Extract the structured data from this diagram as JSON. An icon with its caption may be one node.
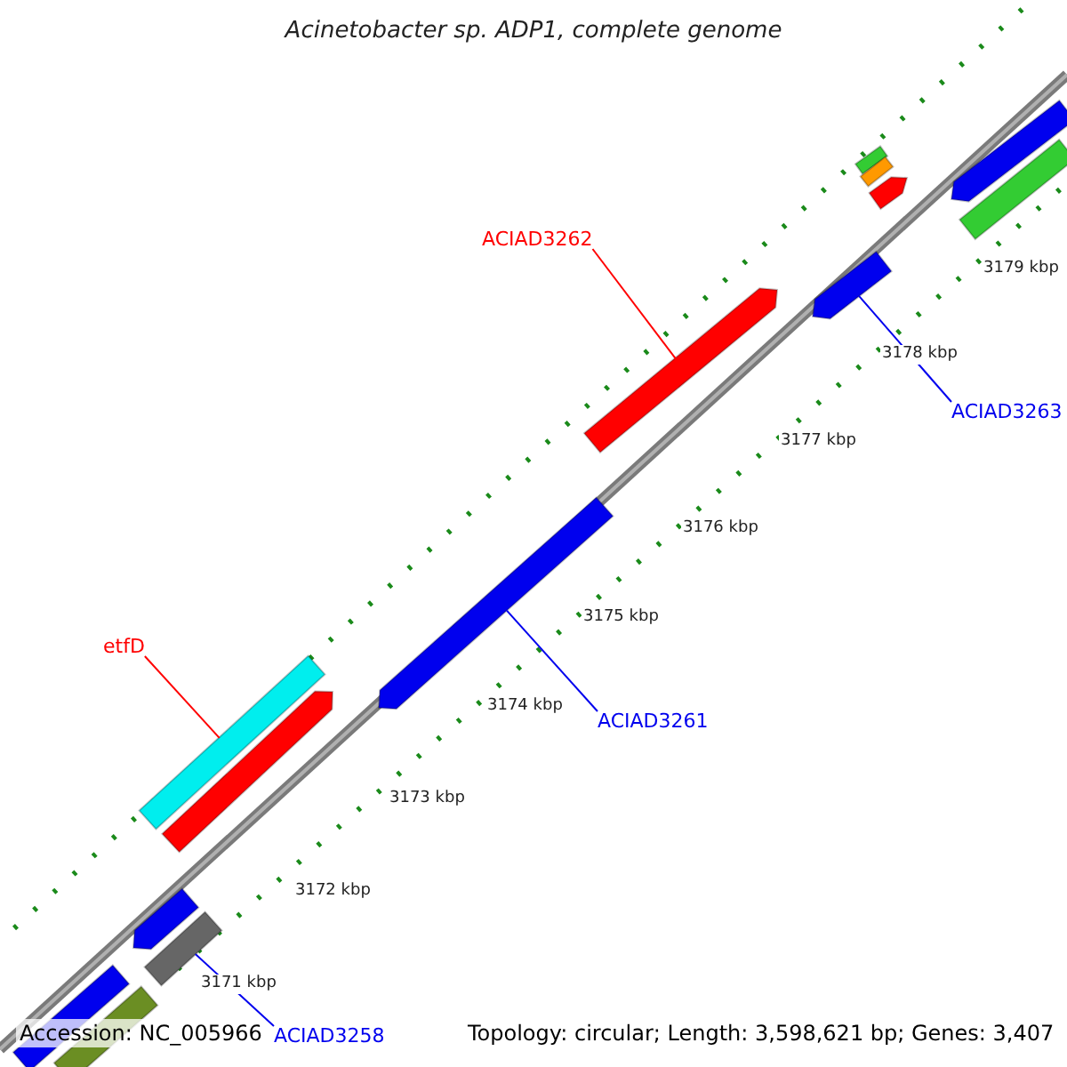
{
  "diagram": {
    "title": "Acinetobacter sp. ADP1, complete genome",
    "nodes": [
      {
        "text": [
          "ACIAD3262"
        ]
      },
      {
        "text": [],
        "shape": "bar"
      },
      {
        "text": [],
        "shape": "bar"
      },
      {
        "text": [
          "ACIAD3263"
        ]
      },
      {
        "text": [
          "etfD"
        ]
      },
      {
        "text": [],
        "shape": "bar"
      },
      {
        "text": [],
        "shape": "bar"
      },
      {
        "text": [],
        "shape": "bar"
      },
      {
        "text": [
          "ACIAD3261"
        ]
      },
      {
        "text": [],
        "shape": "bar"
      },
      {
        "text": [
          "ACIAD3258"
        ]
      }
    ],
    "edges": [
      {
        "from": 0,
        "to": 1,
        "arrow": "none",
        "color": "#ff0000"
      },
      {
        "from": 3,
        "to": 2,
        "arrow": "none"
      },
      {
        "from": 4,
        "to": 5,
        "arrow": "none",
        "color": "#ff0000"
      },
      {
        "from": 8,
        "to": 7,
        "arrow": "none"
      },
      {
        "from": 10,
        "to": 9,
        "arrow": "none"
      }
    ],
    "labels": [
      "3179 kbp",
      "3178 kbp",
      "3177 kbp",
      "3176 kbp",
      "3175 kbp",
      "3174 kbp",
      "3173 kbp",
      "3172 kbp",
      "3171 kbp",
      "Accession: NC_005966",
      "Topology: circular; Length: 3,598,621 bp; Genes: 3,407"
    ]
  }
}
